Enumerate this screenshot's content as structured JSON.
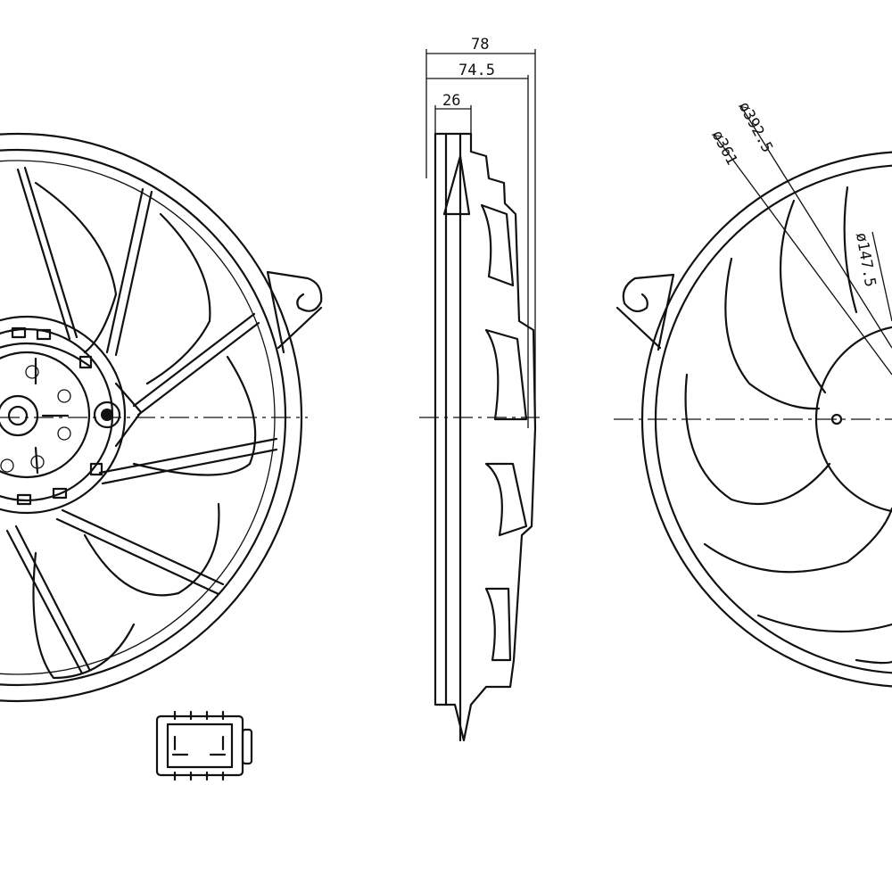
{
  "drawing": {
    "colors": {
      "ink": "#111111",
      "paper": "#ffffff"
    },
    "views": [
      "front-view",
      "side-view",
      "rear-view",
      "connector-detail"
    ],
    "side_view": {
      "dim_overall": "78",
      "dim_frame": "74.5",
      "dim_motor": "26"
    },
    "rear_view": {
      "dia_shroud": "ø392.5",
      "dia_blade": "ø361",
      "dia_hub": "ø147.5"
    }
  }
}
